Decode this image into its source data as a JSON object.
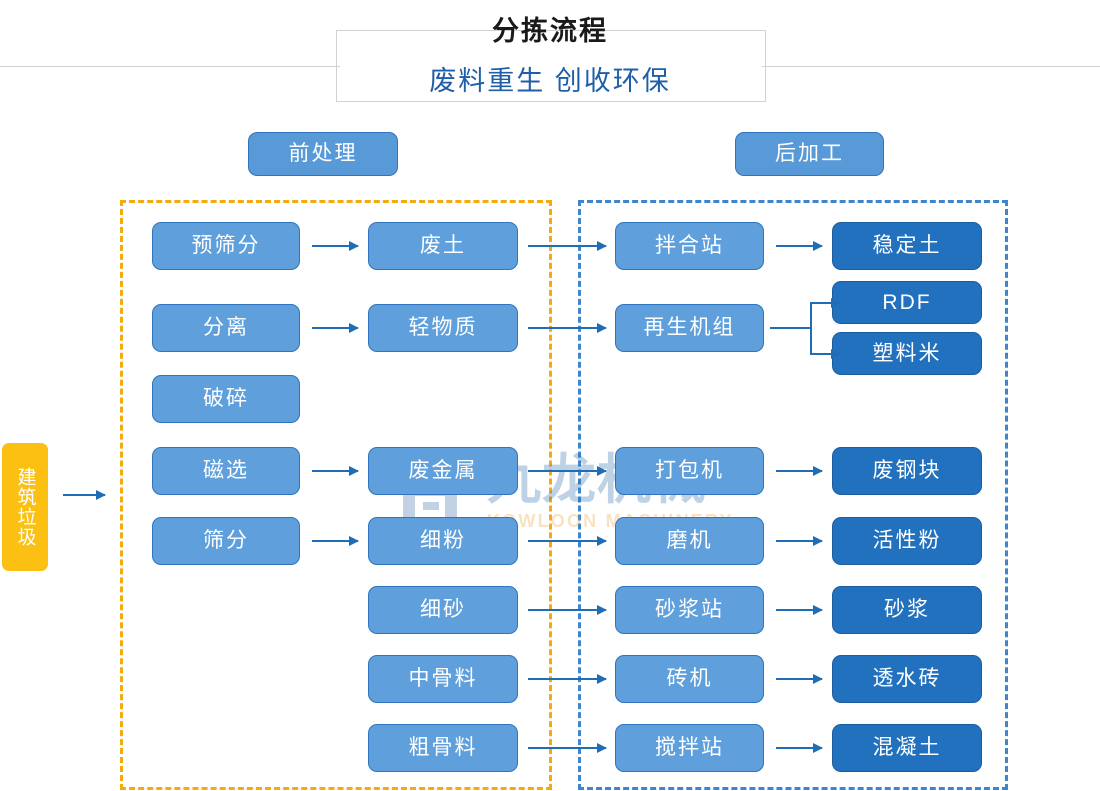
{
  "header": {
    "title": "分拣流程",
    "subtitle": "废料重生 创收环保",
    "title_color": "#1a1a1a",
    "subtitle_color": "#1f5fa9"
  },
  "sections": [
    {
      "id": "pre",
      "label": "前处理",
      "border_color": "#f5ab0e"
    },
    {
      "id": "post",
      "label": "后加工",
      "border_color": "#3d85cc"
    }
  ],
  "input": {
    "label": "建筑垃圾",
    "color": "#fbc011"
  },
  "colors": {
    "node_light": "#5fa0dc",
    "node_dark": "#2271bf",
    "node_border": "#2f74bd",
    "arrow": "#1f6db5",
    "accent_orange": "#f5ab0e",
    "accent_blue": "#3d85cc"
  },
  "nodes": {
    "pre_equipment": [
      {
        "label": "预筛分",
        "row": 1
      },
      {
        "label": "分离",
        "row": 2
      },
      {
        "label": "破碎",
        "row": 3
      },
      {
        "label": "磁选",
        "row": 4
      },
      {
        "label": "筛分",
        "row": 5
      }
    ],
    "pre_output": [
      {
        "label": "废土",
        "row": 1
      },
      {
        "label": "轻物质",
        "row": 2
      },
      {
        "label": "废金属",
        "row": 4
      },
      {
        "label": "细粉",
        "row": 5
      },
      {
        "label": "细砂",
        "row": 6
      },
      {
        "label": "中骨料",
        "row": 7
      },
      {
        "label": "粗骨料",
        "row": 8
      }
    ],
    "post_equipment": [
      {
        "label": "拌合站",
        "row": 1
      },
      {
        "label": "再生机组",
        "row": 2
      },
      {
        "label": "打包机",
        "row": 4
      },
      {
        "label": "磨机",
        "row": 5
      },
      {
        "label": "砂浆站",
        "row": 6
      },
      {
        "label": "砖机",
        "row": 7
      },
      {
        "label": "搅拌站",
        "row": 8
      }
    ],
    "post_product": [
      {
        "label": "稳定土",
        "row": 1
      },
      {
        "label": "RDF",
        "row": "A"
      },
      {
        "label": "塑料米",
        "row": "B"
      },
      {
        "label": "废钢块",
        "row": 4
      },
      {
        "label": "活性粉",
        "row": 5
      },
      {
        "label": "砂浆",
        "row": 6
      },
      {
        "label": "透水砖",
        "row": 7
      },
      {
        "label": "混凝土",
        "row": 8
      }
    ]
  },
  "watermark": {
    "cn": "九龙机械",
    "en": "KOWLOON MACHINERY"
  }
}
